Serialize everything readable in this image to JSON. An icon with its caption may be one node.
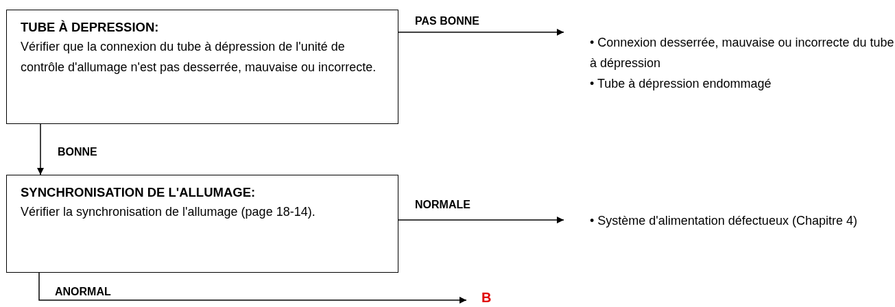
{
  "diagram": {
    "nodes": [
      {
        "text": [
          "TUBE À DEPRESSION:",
          "Vérifier que la connexion du tube à dépression de l'unité de contrôle d'allumage n'est pas desserrée, mauvaise ou incorrecte."
        ]
      },
      {
        "text": [
          "• Connexion desserrée, mauvaise ou incorrecte du tube à dépression",
          "• Tube à dépression endommagé"
        ]
      },
      {
        "text": [
          "SYNCHRONISATION DE L'ALLUMAGE:",
          "Vérifier la synchronisation de l'allumage (page 18-14)."
        ]
      },
      {
        "text": [
          "• Système d'alimentation défectueux (Chapitre 4)"
        ]
      },
      {
        "text": [
          "B"
        ]
      }
    ],
    "edges": [
      {
        "from": 0,
        "to": 1,
        "arrow": "to",
        "label": "PAS BONNE"
      },
      {
        "from": 0,
        "to": 2,
        "arrow": "to",
        "label": "BONNE"
      },
      {
        "from": 2,
        "to": 3,
        "arrow": "to",
        "label": "NORMALE"
      },
      {
        "from": 2,
        "to": 4,
        "arrow": "to",
        "label": "ANORMAL"
      }
    ]
  }
}
